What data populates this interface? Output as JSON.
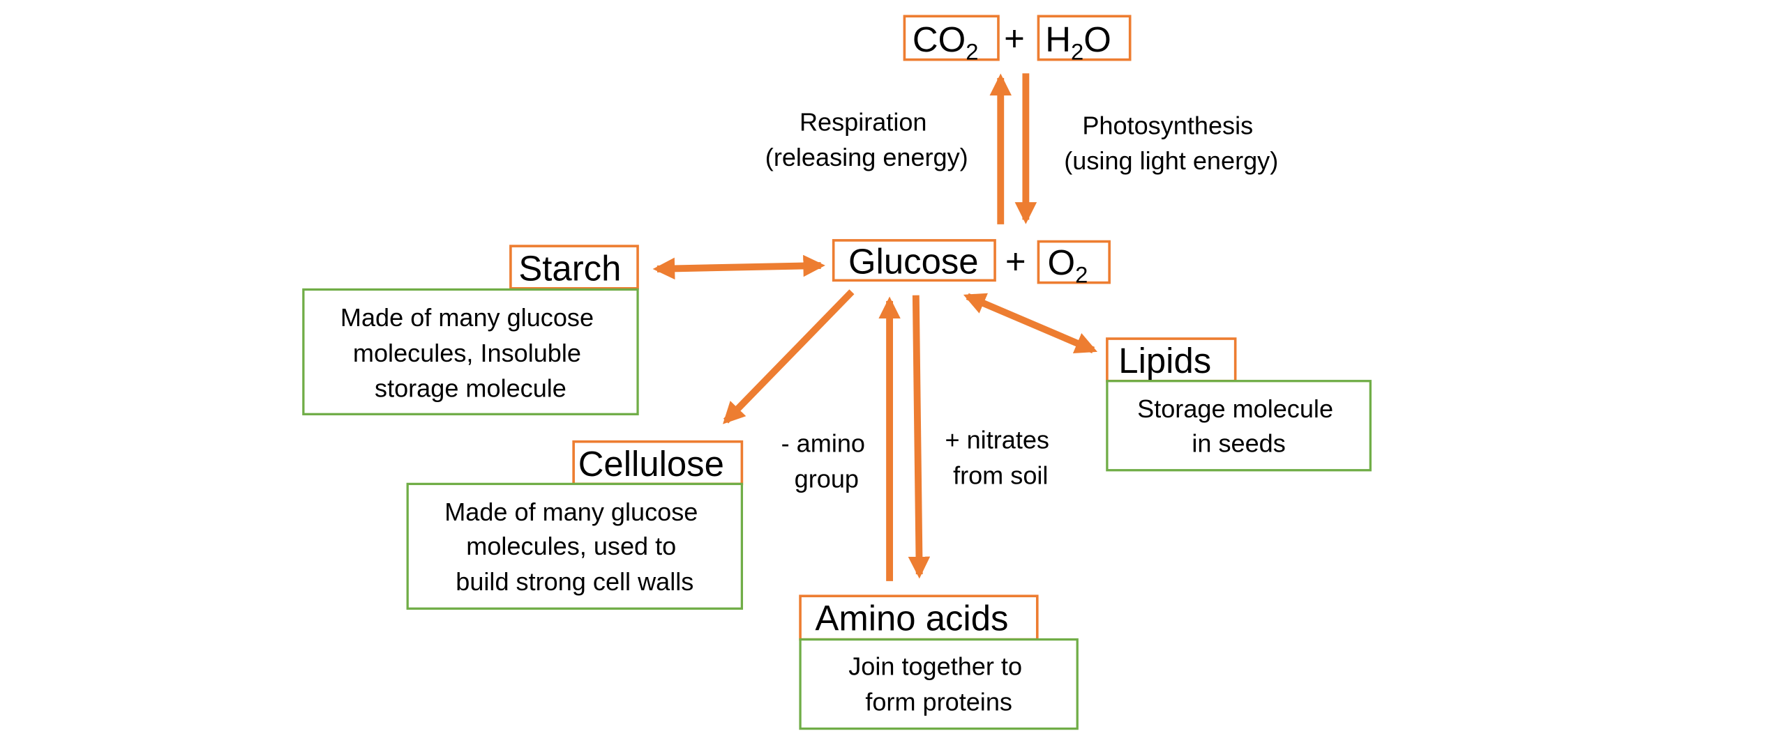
{
  "colors": {
    "orange": "#ED7D31",
    "green": "#70AD47"
  },
  "top": {
    "co2": {
      "main": "CO",
      "sub": "2"
    },
    "plus": "+",
    "h2o": {
      "main": "H",
      "sub": "2",
      "rest": "O"
    }
  },
  "respiration": {
    "line1": "Respiration",
    "line2": "(releasing energy)"
  },
  "photosynthesis": {
    "line1": "Photosynthesis",
    "line2": "(using light energy)"
  },
  "center": {
    "glucose": "Glucose",
    "plus": "+",
    "o2": {
      "main": "O",
      "sub": "2"
    }
  },
  "starch": {
    "title": "Starch",
    "desc": [
      "Made of many glucose",
      "molecules, Insoluble",
      "storage molecule"
    ]
  },
  "cellulose": {
    "title": "Cellulose",
    "desc": [
      "Made of many glucose",
      "molecules, used to",
      "build strong cell walls"
    ]
  },
  "amino_acids": {
    "title": "Amino acids",
    "desc": [
      "Join together to",
      "form proteins"
    ]
  },
  "lipids": {
    "title": "Lipids",
    "desc": [
      "Storage molecule",
      "in seeds"
    ]
  },
  "amino_group": {
    "line1": "- amino",
    "line2": "group"
  },
  "nitrates": {
    "line1": "+ nitrates",
    "line2": "from soil"
  }
}
